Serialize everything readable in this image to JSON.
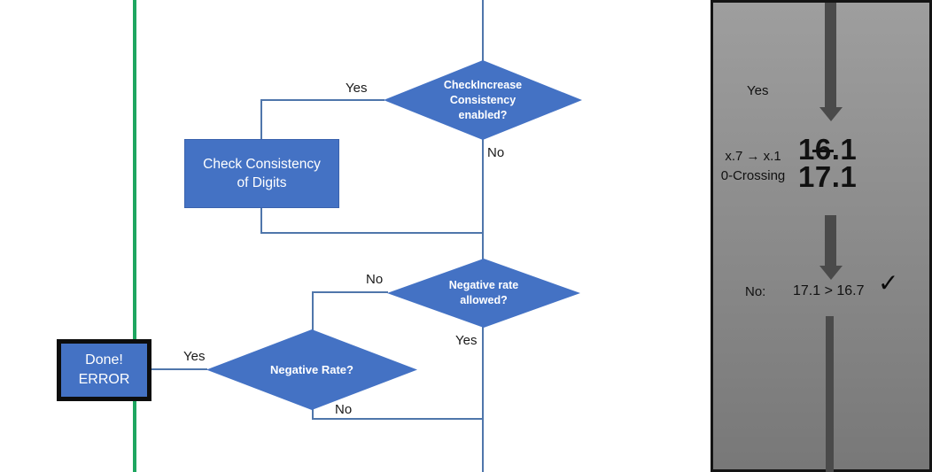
{
  "colors": {
    "shape_blue": "#4472C4",
    "connector_blue": "#4f76ab",
    "green_line": "#1ea660",
    "panel_gray_top": "#9e9e9e",
    "panel_gray_bottom": "#787878",
    "arrow_gray": "#4a4a4a"
  },
  "flowchart": {
    "decision_check_increase": {
      "lines": [
        "CheckIncrease",
        "Consistency",
        "enabled?"
      ],
      "yes_label": "Yes",
      "no_label": "No"
    },
    "process_check_consistency": {
      "lines": [
        "Check Consistency",
        "of Digits"
      ]
    },
    "decision_negative_rate_allowed": {
      "lines": [
        "Negative rate",
        "allowed?"
      ],
      "no_label": "No",
      "yes_label": "Yes"
    },
    "decision_negative_rate": {
      "label": "Negative Rate?",
      "yes_label": "Yes",
      "no_label": "No"
    },
    "terminator_done_error": {
      "lines": [
        "Done!",
        "ERROR"
      ]
    }
  },
  "panel": {
    "yes_label": "Yes",
    "note_line1": "x.7 → x.1",
    "note_line2": "0-Crossing",
    "old_value_parts": [
      "1",
      "6",
      ".1"
    ],
    "new_value": "17.1",
    "result_no_label": "No:",
    "result_comparison": "17.1 > 16.7",
    "checkmark": "✓"
  }
}
